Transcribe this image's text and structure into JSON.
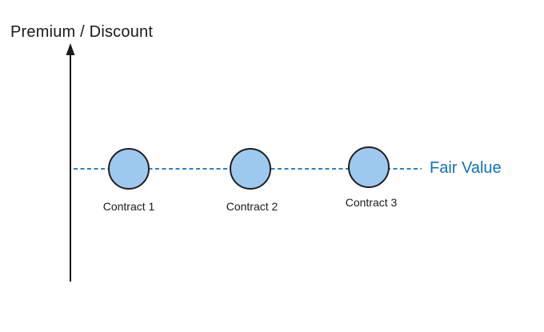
{
  "diagram": {
    "y_axis_label": "Premium / Discount",
    "fair_value_label": "Fair Value",
    "contracts": [
      {
        "label": "Contract 1"
      },
      {
        "label": "Contract 2"
      },
      {
        "label": "Contract 3"
      }
    ]
  },
  "colors": {
    "bg": "#ffffff",
    "text_color": "#1a1a1a",
    "axis_color": "#1a1a1a",
    "dash_color": "#2e80cc",
    "circle_fill": "#9dc9ef",
    "circle_stroke": "#1f1f1f",
    "fair_value_color": "#1070c0"
  }
}
